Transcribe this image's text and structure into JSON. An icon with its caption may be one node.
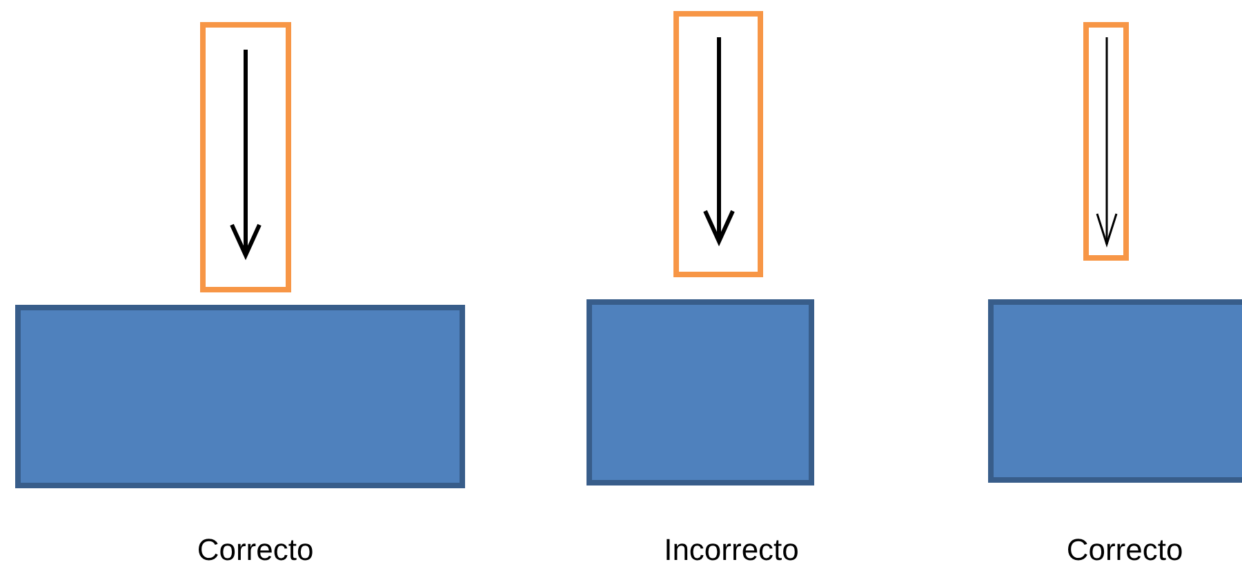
{
  "diagram": {
    "nodes": [
      {
        "text": [],
        "shape": "box"
      },
      {
        "text": [],
        "shape": "box"
      },
      {
        "text": [],
        "shape": "box"
      },
      {
        "text": [],
        "shape": "box",
        "beside": [
          "Correcto"
        ]
      },
      {
        "text": [],
        "shape": "box",
        "beside": [
          "Incorrecto"
        ]
      },
      {
        "text": [],
        "shape": "box",
        "beside": [
          "Correcto"
        ]
      }
    ]
  }
}
